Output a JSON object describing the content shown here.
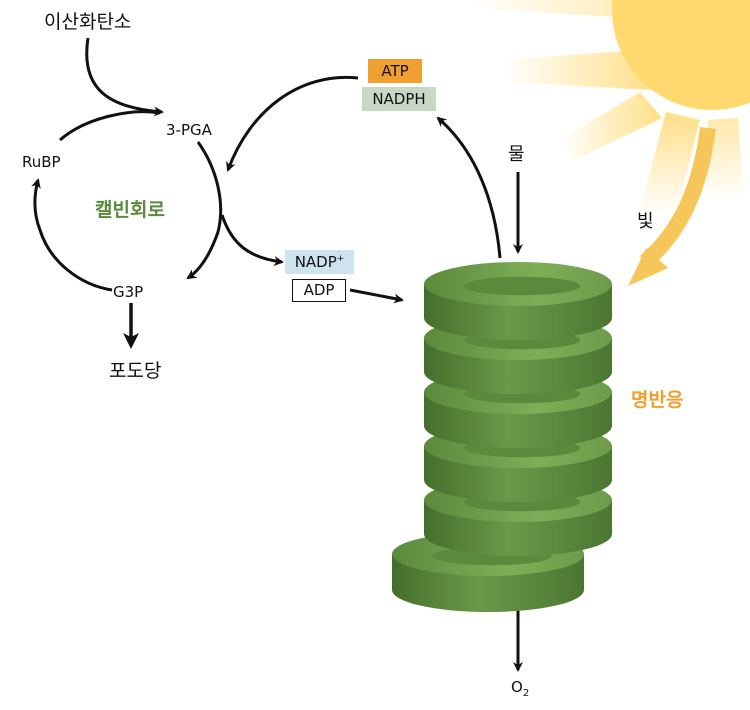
{
  "inputs": {
    "co2": "이산화탄소",
    "water": "물",
    "light": "빛"
  },
  "calvin": {
    "name": "캘빈회로",
    "pga": "3-PGA",
    "rubp": "RuBP",
    "g3p": "G3P",
    "glucose": "포도당"
  },
  "energy": {
    "atp": "ATP",
    "nadph": "NADPH",
    "nadp_base": "NADP",
    "nadp_sup": "+",
    "adp": "ADP"
  },
  "light_reaction": {
    "name": "명반응",
    "oxygen_base": "O",
    "oxygen_sub": "2"
  },
  "colors": {
    "calvin_label": "#5a8a3c",
    "light_label": "#f0a030",
    "atp_box": "#f0a030",
    "nadph_box": "#c9d8c4",
    "nadp_box": "#cfe3ef",
    "thylakoid": "#5f9141",
    "sun": "#ffd970"
  }
}
